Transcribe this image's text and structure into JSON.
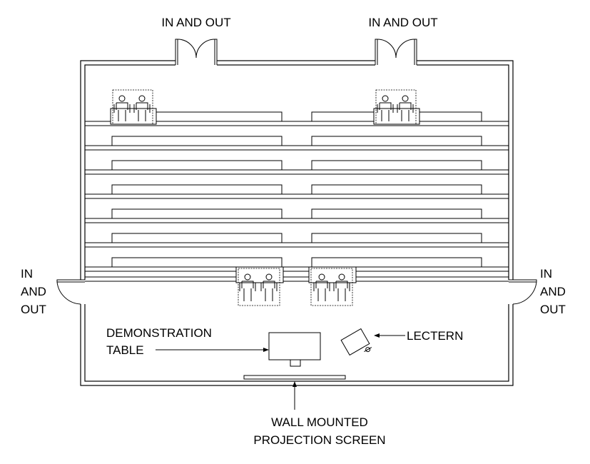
{
  "labels": {
    "door_top_left": "IN AND OUT",
    "door_top_right": "IN AND OUT",
    "door_left": [
      "IN",
      "AND",
      "OUT"
    ],
    "door_right": [
      "IN",
      "AND",
      "OUT"
    ],
    "demonstration_table": [
      "DEMONSTRATION",
      "TABLE"
    ],
    "lectern": "LECTERN",
    "projection_screen": [
      "WALL MOUNTED",
      "PROJECTION SCREEN"
    ]
  }
}
